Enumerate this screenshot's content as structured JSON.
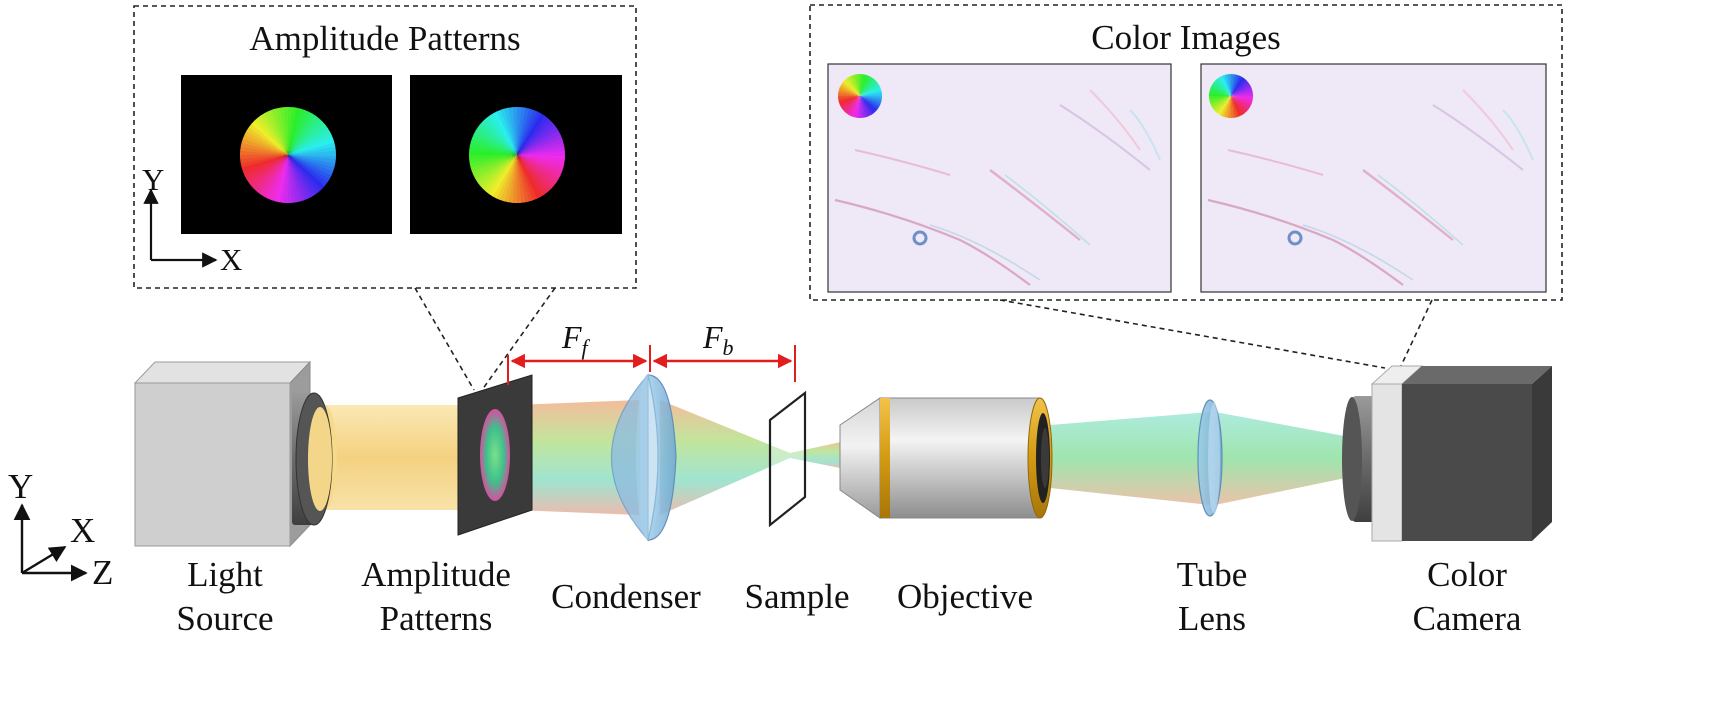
{
  "insets": {
    "amplitude": {
      "title": "Amplitude Patterns",
      "axis_y": "Y",
      "axis_x": "X"
    },
    "color": {
      "title": "Color Images"
    }
  },
  "global_axes": {
    "y": "Y",
    "x": "X",
    "z": "Z"
  },
  "distances": {
    "front": {
      "symbol": "F",
      "subscript": "f"
    },
    "back": {
      "symbol": "F",
      "subscript": "b"
    }
  },
  "components": [
    {
      "id": "light-source",
      "line1": "Light",
      "line2": "Source"
    },
    {
      "id": "amplitude-patterns",
      "line1": "Amplitude",
      "line2": "Patterns"
    },
    {
      "id": "condenser",
      "line1": "Condenser",
      "line2": ""
    },
    {
      "id": "sample",
      "line1": "Sample",
      "line2": ""
    },
    {
      "id": "objective",
      "line1": "Objective",
      "line2": ""
    },
    {
      "id": "tube-lens",
      "line1": "Tube",
      "line2": "Lens"
    },
    {
      "id": "color-camera",
      "line1": "Color",
      "line2": "Camera"
    }
  ],
  "colors": {
    "dimension": "#e11d1d",
    "beam_light": "#f6d98a",
    "camera_body": "#4a4a4a",
    "objective_ring": "#d4a017"
  }
}
